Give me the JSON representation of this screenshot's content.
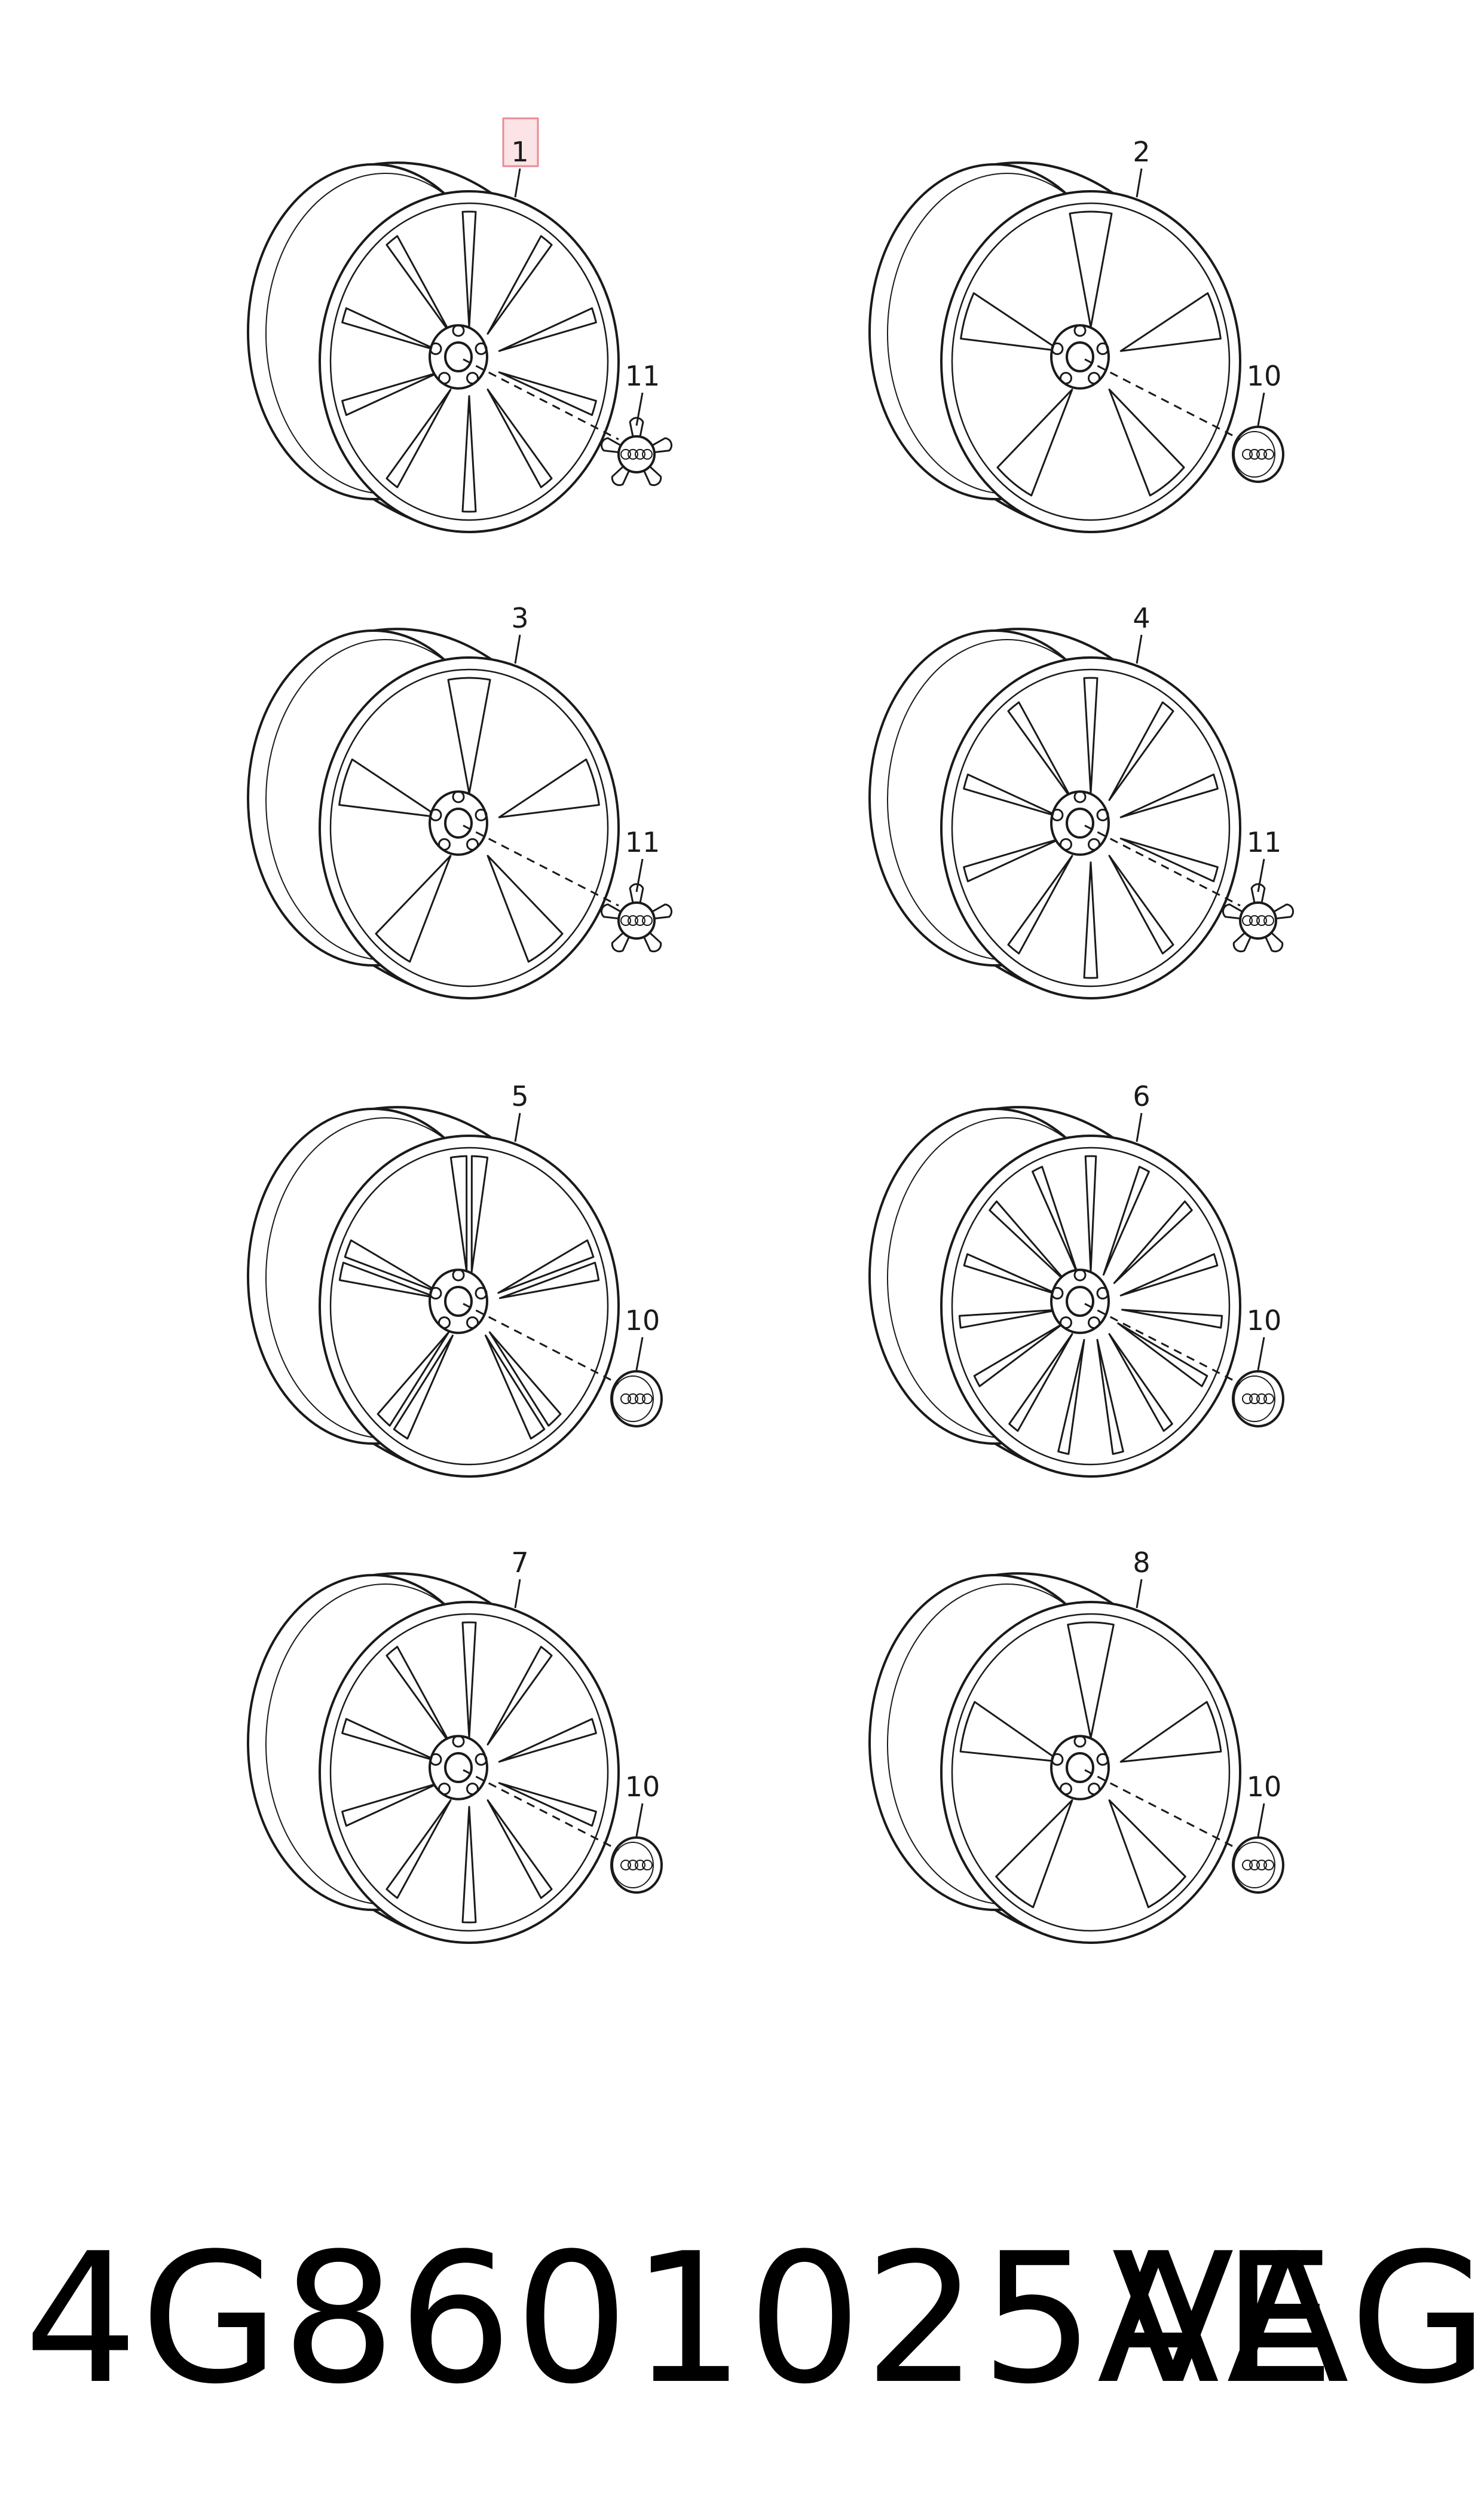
{
  "diagram": {
    "wheels": [
      {
        "label": "1",
        "highlighted": true,
        "style": "split-spoke-10",
        "cap_label": "11",
        "cap_type": "spider"
      },
      {
        "label": "2",
        "highlighted": false,
        "style": "five-arm-blade",
        "cap_label": "10",
        "cap_type": "round"
      },
      {
        "label": "3",
        "highlighted": false,
        "style": "five-arm-blade",
        "cap_label": "11",
        "cap_type": "spider"
      },
      {
        "label": "4",
        "highlighted": false,
        "style": "split-spoke-10",
        "cap_label": "11",
        "cap_type": "spider"
      },
      {
        "label": "5",
        "highlighted": false,
        "style": "five-double-spoke",
        "cap_label": "10",
        "cap_type": "round"
      },
      {
        "label": "6",
        "highlighted": false,
        "style": "multi-spoke-15",
        "cap_label": "10",
        "cap_type": "round"
      },
      {
        "label": "7",
        "highlighted": false,
        "style": "split-spoke-10",
        "cap_label": "10",
        "cap_type": "round"
      },
      {
        "label": "8",
        "highlighted": false,
        "style": "five-arm-rotor",
        "cap_label": "10",
        "cap_type": "round"
      }
    ],
    "highlight_color": "#e98b96",
    "highlight_fill": "#fbe3e6",
    "line_color": "#1a1a1a"
  },
  "footer": {
    "part_number": "4G8601025AE",
    "brand": "VAG"
  }
}
